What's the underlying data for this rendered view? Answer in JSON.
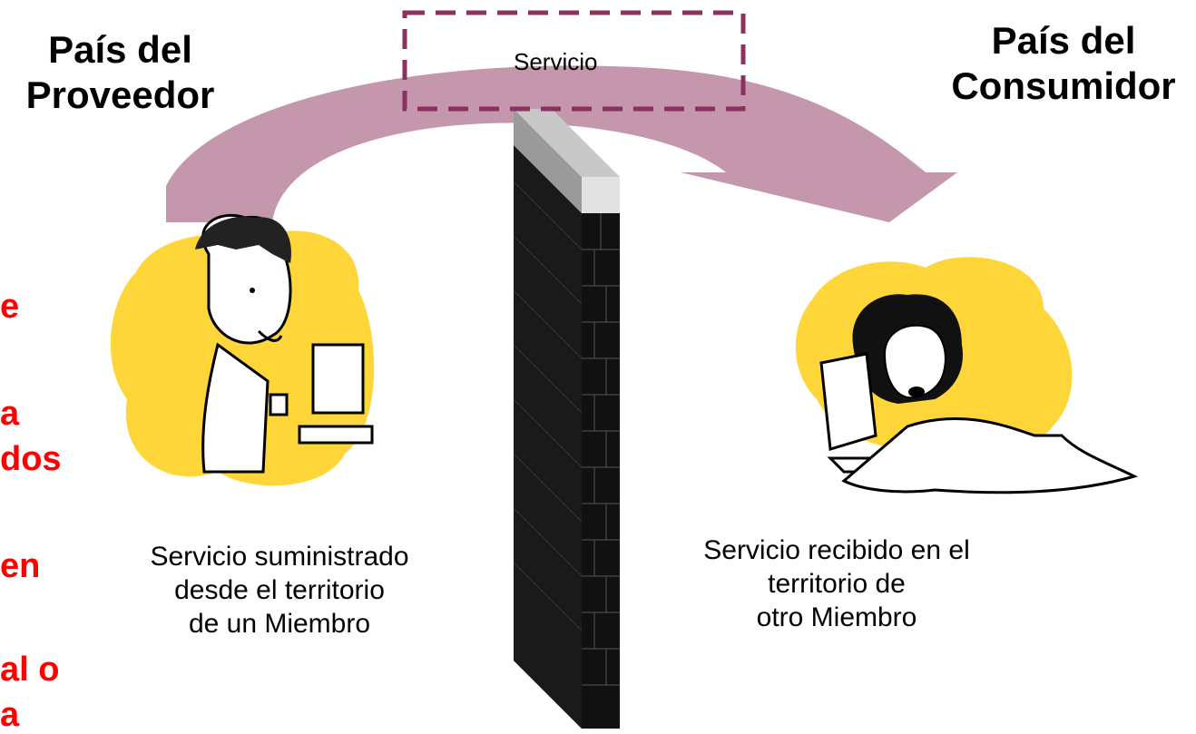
{
  "provider_country": {
    "line1": "País del",
    "line2": "Proveedor"
  },
  "consumer_country": {
    "line1": "País del",
    "line2": "Consumidor"
  },
  "service_box_label": "Servicio",
  "provider_caption": {
    "line1": "Servicio suministrado",
    "line2": "desde el territorio",
    "line3": "de un Miembro"
  },
  "consumer_caption": {
    "line1": "Servicio recibido en el",
    "line2": "territorio de",
    "line3": "otro Miembro"
  },
  "left_edge_fragments": [
    "e",
    "a",
    "dos",
    "en",
    "al o",
    "a"
  ],
  "colors": {
    "arrow": "#c497ad",
    "service_box_border": "#8c3060",
    "blob": "#ffd63a",
    "wall": "#111111",
    "wall_cap": "#d6d6d6",
    "red_text": "#ff0000"
  }
}
